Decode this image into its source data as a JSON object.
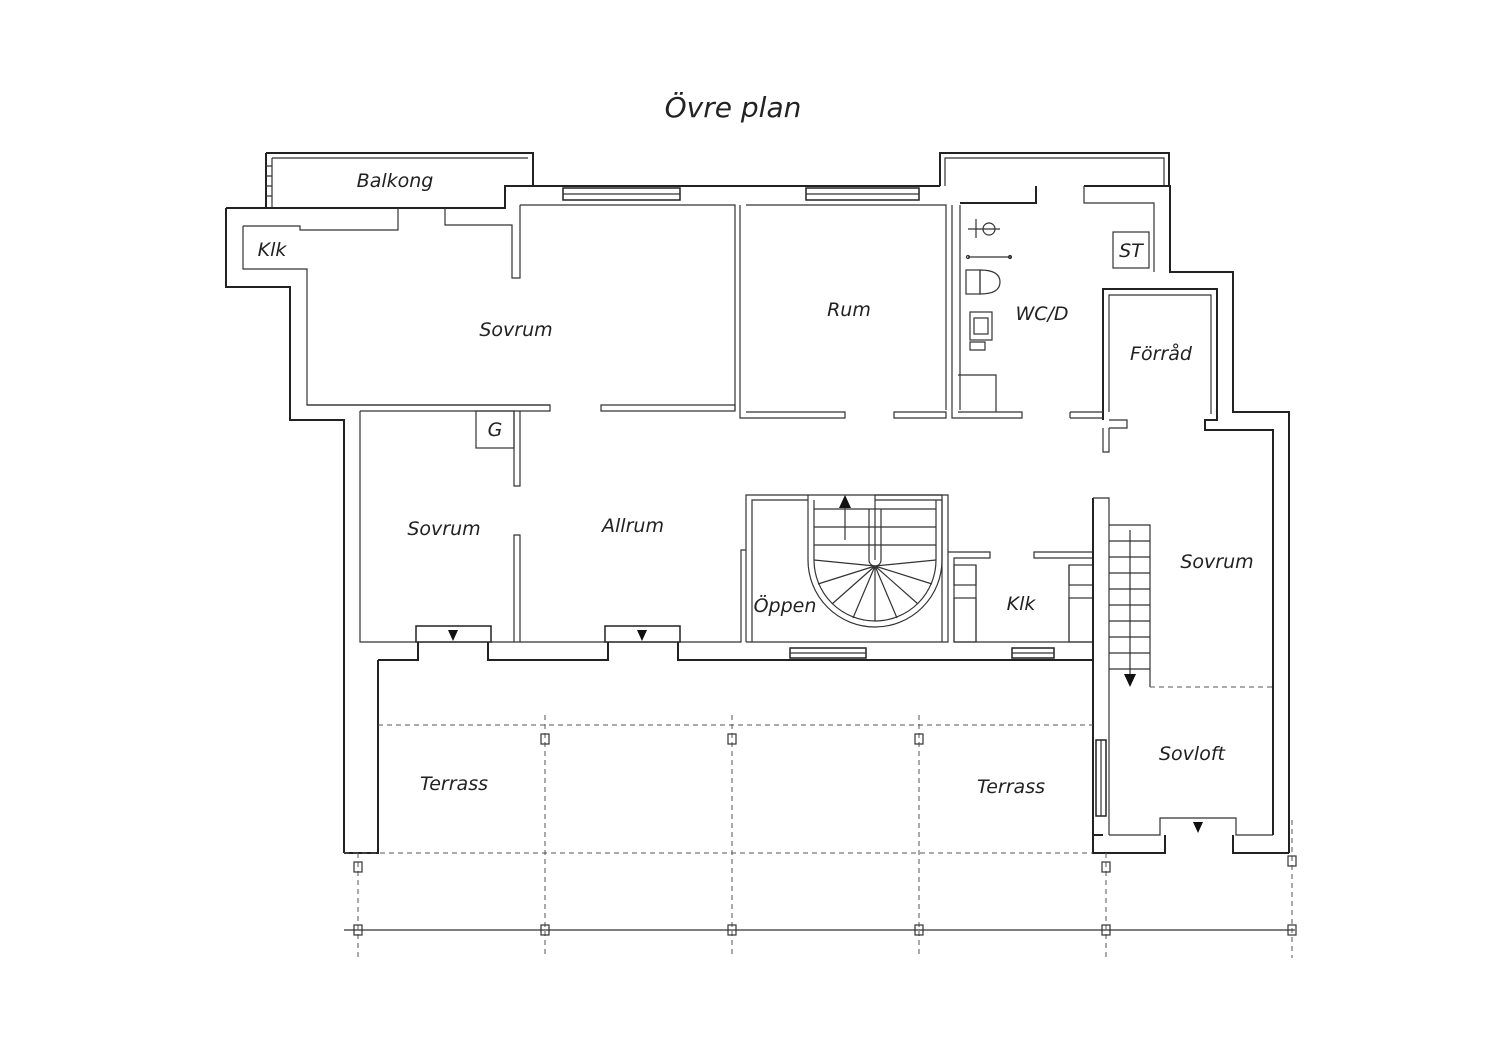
{
  "title": "Övre plan",
  "rooms": {
    "balkong": "Balkong",
    "klk_left": "Klk",
    "sovrum_top": "Sovrum",
    "rum": "Rum",
    "wc_d": "WC/D",
    "st": "ST",
    "forrad": "Förråd",
    "g": "G",
    "sovrum_left": "Sovrum",
    "allrum": "Allrum",
    "oppen": "Öppen",
    "klk_mid": "Klk",
    "sovrum_right": "Sovrum",
    "sovloft": "Sovloft",
    "terrass_left": "Terrass",
    "terrass_right": "Terrass"
  },
  "colors": {
    "line": "#222222",
    "background": "#ffffff"
  }
}
